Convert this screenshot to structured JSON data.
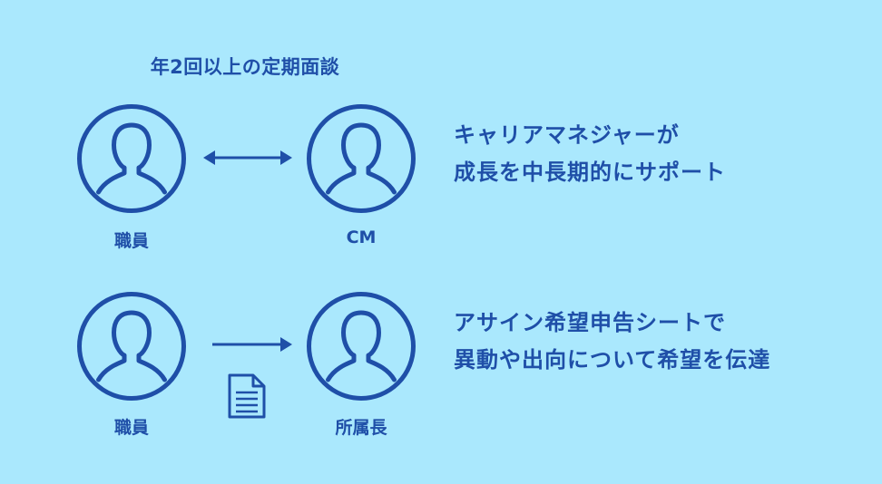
{
  "colors": {
    "background": "#aae8fd",
    "accent": "#1f4fa8"
  },
  "row1": {
    "title": "年2回以上の定期面談",
    "left_label": "職員",
    "right_label": "CM",
    "connector_icon": "double-arrow-icon",
    "description_line1": "キャリアマネジャーが",
    "description_line2": "成長を中長期的にサポート"
  },
  "row2": {
    "left_label": "職員",
    "right_label": "所属長",
    "connector_icon": "right-arrow-icon",
    "document_icon": "document-icon",
    "description_line1": "アサイン希望申告シートで",
    "description_line2": "異動や出向について希望を伝達"
  }
}
